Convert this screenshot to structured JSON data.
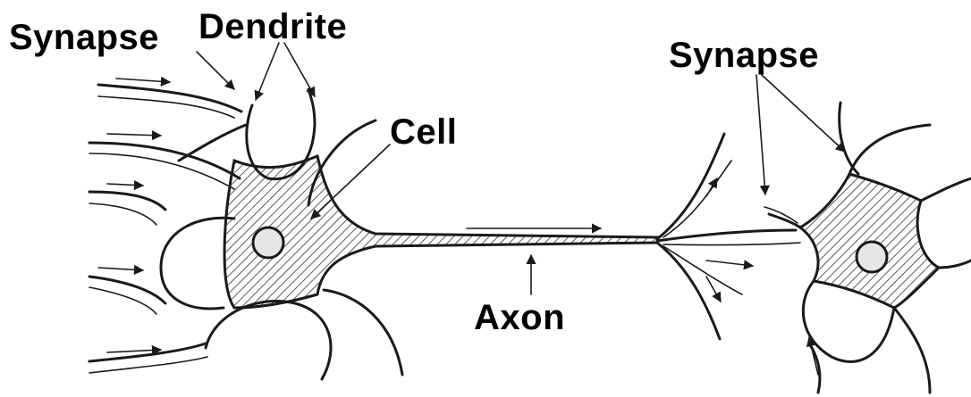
{
  "labels": {
    "synapse_left": "Synapse",
    "dendrite": "Dendrite",
    "cell": "Cell",
    "synapse_right": "Synapse",
    "axon": "Axon"
  },
  "colors": {
    "ink": "#1a1a1a",
    "nucleus_fill": "#e6e6e6",
    "background": "#ffffff"
  }
}
